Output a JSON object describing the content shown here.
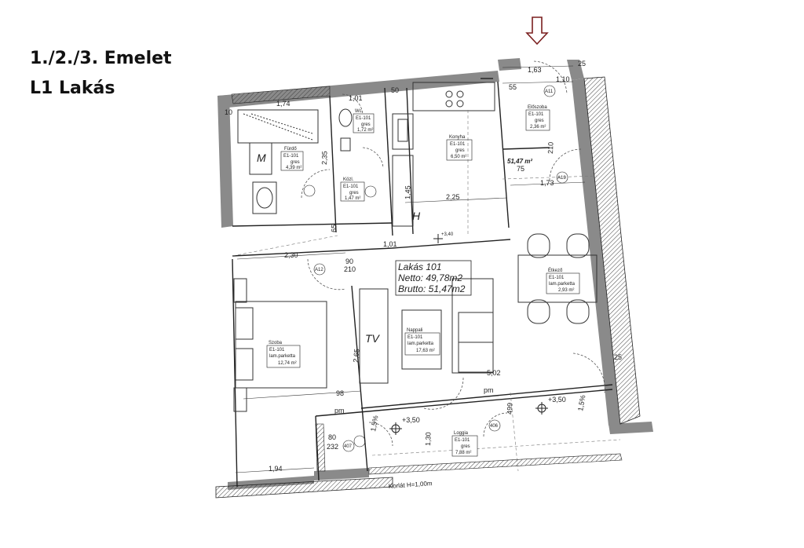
{
  "header": {
    "floors": "1./2./3. Emelet",
    "unit": "L1 Lakás"
  },
  "apartment": {
    "name": "Lakás 101",
    "netto": "Netto: 49,78m2",
    "brutto": "Brutto: 51,47m2",
    "area_top": "51,47 m²"
  },
  "rooms": {
    "bath": {
      "name": "Fürdő",
      "code": "E1-101",
      "floor": "gres",
      "area": "4,39 m²"
    },
    "wc": {
      "name": "Wc",
      "code": "E1-101",
      "floor": "gres",
      "area": "1,72 m²"
    },
    "corridor": {
      "name": "Közl.",
      "code": "E1-101",
      "floor": "gres",
      "area": "1,47 m²"
    },
    "kitchen": {
      "name": "Konyha",
      "code": "E1-101",
      "floor": "gres",
      "area": "6,50 m²"
    },
    "hall": {
      "name": "Előszoba",
      "code": "E1-101",
      "floor": "gres",
      "area": "2,36 m²"
    },
    "dining": {
      "name": "Étkező",
      "code": "E1-101",
      "floor": "lam.parketta",
      "area": "2,93 m²"
    },
    "living": {
      "name": "Nappali",
      "code": "E1-101",
      "floor": "lam.parketta",
      "area": "17,63 m²"
    },
    "bedroom": {
      "name": "Szoba",
      "code": "E1-101",
      "floor": "lam.parketta",
      "area": "12,74 m²"
    },
    "loggia": {
      "name": "Loggia",
      "code": "E1-101",
      "floor": "gres",
      "area": "7,88 m²"
    }
  },
  "symbols": {
    "m": "M",
    "h": "H",
    "tv": "TV"
  },
  "levels": {
    "inner": "+3,40",
    "loggia_left": "+3,50",
    "loggia_right": "+3,50"
  },
  "slopes": {
    "left": "1,5%",
    "right": "1,5%"
  },
  "railing": "Korlát H=1,00m",
  "dims": {
    "d174": "1,74",
    "d101": "1,01",
    "d50": "50",
    "d55": "55",
    "d163": "1,63",
    "d110": "1,10",
    "d225": "2,25",
    "d173": "1,73",
    "d230": "2,30",
    "d90": "90",
    "d210": "210",
    "d265": "2,65",
    "d98": "98",
    "d502": "5,02",
    "d194": "1,94",
    "d232": "232",
    "d80": "80",
    "d499": "499",
    "d130": "1,30",
    "d145": "1,45",
    "d75": "75",
    "d10": "10",
    "d25": "25",
    "d235": "2,35",
    "d165": "65",
    "d406": "406",
    "d407": "407",
    "dA11": "A11",
    "dA12": "A12",
    "dA13": "A13",
    "dpm": "pm",
    "d1_01": "1,01"
  }
}
